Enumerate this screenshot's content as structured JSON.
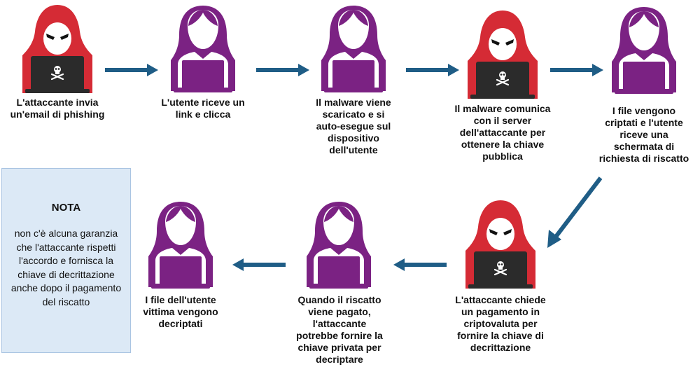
{
  "colors": {
    "attacker": "#d52b35",
    "user": "#7b2283",
    "laptop": "#2b2b2b",
    "arrow": "#1f5d86",
    "note_bg": "#dce9f6",
    "note_border": "#a9c4e2"
  },
  "steps": [
    {
      "actor": "attacker",
      "text": "L'attaccante invia\nun'email di phishing"
    },
    {
      "actor": "user",
      "text": "L'utente riceve un\nlink e clicca"
    },
    {
      "actor": "user",
      "text": "Il malware viene\nscaricato e si\nauto-esegue sul\ndispositivo\ndell'utente"
    },
    {
      "actor": "attacker",
      "text": "Il malware comunica\ncon il server\ndell'attaccante per\nottenere la chiave\npubblica"
    },
    {
      "actor": "user",
      "text": "I file vengono\ncriptati e l'utente\nriceve una\nschermata di\nrichiesta di riscatto"
    },
    {
      "actor": "attacker",
      "text": "L'attaccante chiede\nun pagamento in\ncriptovaluta per\nfornire la chiave di\ndecrittazione"
    },
    {
      "actor": "user",
      "text": "Quando il riscatto\nviene pagato,\nl'attaccante\npotrebbe fornire la\nchiave privata per\ndecriptare"
    },
    {
      "actor": "user",
      "text": "I file dell'utente\nvittima vengono\ndecriptati"
    }
  ],
  "note": {
    "title": "NOTA",
    "text": "non c'è alcuna garanzia che l'attaccante rispetti l'accordo e fornisca la chiave di decrittazione anche dopo il pagamento del riscatto"
  }
}
